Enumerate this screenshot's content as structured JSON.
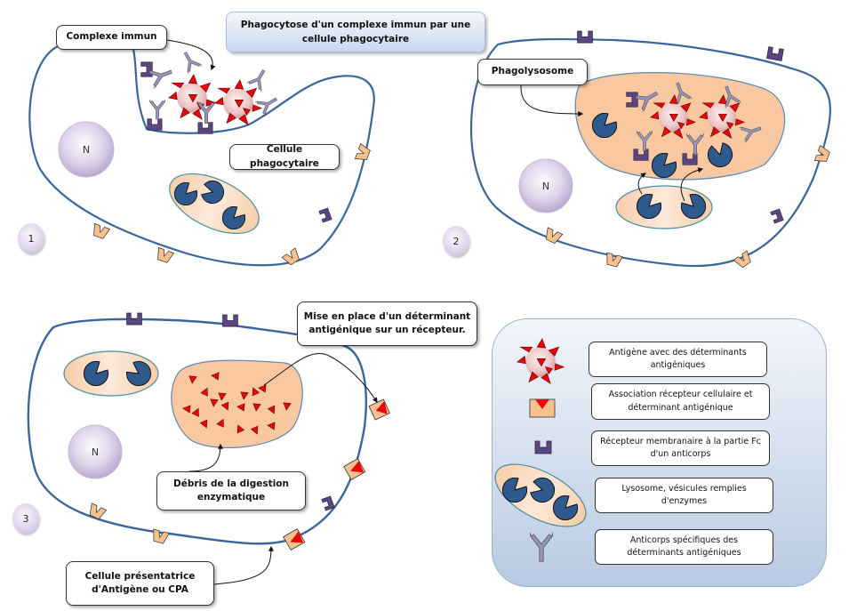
{
  "title": "Phagocytose d'un complexe immun par une cellule phagocytaire",
  "colors": {
    "membrane": "#3b6699",
    "vesicle_fill": "#f9c8a0",
    "enzyme": "#2f5a8e",
    "receptor_fc": "#5a4681",
    "receptor_cell": "#f7c08f",
    "determinant": "#e8060b",
    "antibody": "#9a94c0",
    "legend_bg": "#c9d6ea"
  },
  "panels": [
    {
      "step": "1",
      "nucleus_label": "N",
      "labels": {
        "immune_complex": "Complexe immun",
        "phagocyte": "Cellule phagocytaire"
      }
    },
    {
      "step": "2",
      "nucleus_label": "N",
      "labels": {
        "phagolysosome": "Phagolysosome"
      }
    },
    {
      "step": "3",
      "nucleus_label": "N",
      "labels": {
        "presentation": "Mise en place d'un déterminant antigénique sur un récepteur.",
        "debris": "Débris de la digestion enzymatique",
        "apc": "Cellule présentatrice d'Antigène ou CPA"
      }
    }
  ],
  "legend": {
    "items": [
      {
        "icon": "antigen-icon",
        "label": "Antigène avec des déterminants antigéniques"
      },
      {
        "icon": "receptor-determinant-icon",
        "label": "Association récepteur cellulaire et déterminant antigénique"
      },
      {
        "icon": "fc-receptor-icon",
        "label": "Récepteur membranaire à la partie Fc d'un anticorps"
      },
      {
        "icon": "lysosome-icon",
        "label": "Lysosome, vésicules remplies d'enzymes"
      },
      {
        "icon": "antibody-icon",
        "label": "Anticorps spécifiques des déterminants antigéniques"
      }
    ]
  }
}
